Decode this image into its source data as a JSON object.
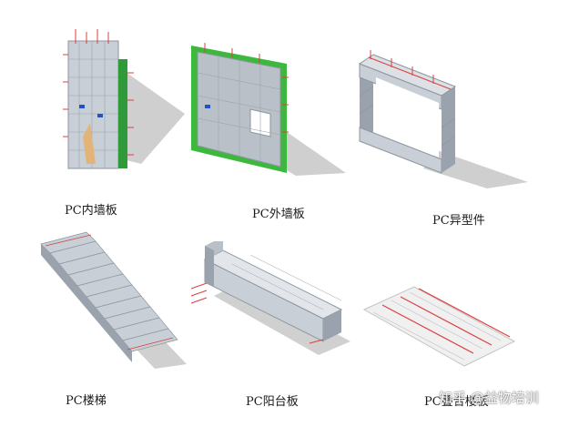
{
  "captions": {
    "inner_wall": "PC内墙板",
    "outer_wall": "PC外墙板",
    "special": "PC异型件",
    "stairs": "PC楼梯",
    "balcony": "PC阳台板",
    "composite": "PC叠合楼板"
  },
  "watermark": "知乎 @益物培训",
  "colors": {
    "concrete": "#c9cfd6",
    "concrete_dark": "#9aa3ad",
    "rebar": "#d94040",
    "formwork_green": "#3cb83c",
    "shadow": "#c4c4c4"
  }
}
